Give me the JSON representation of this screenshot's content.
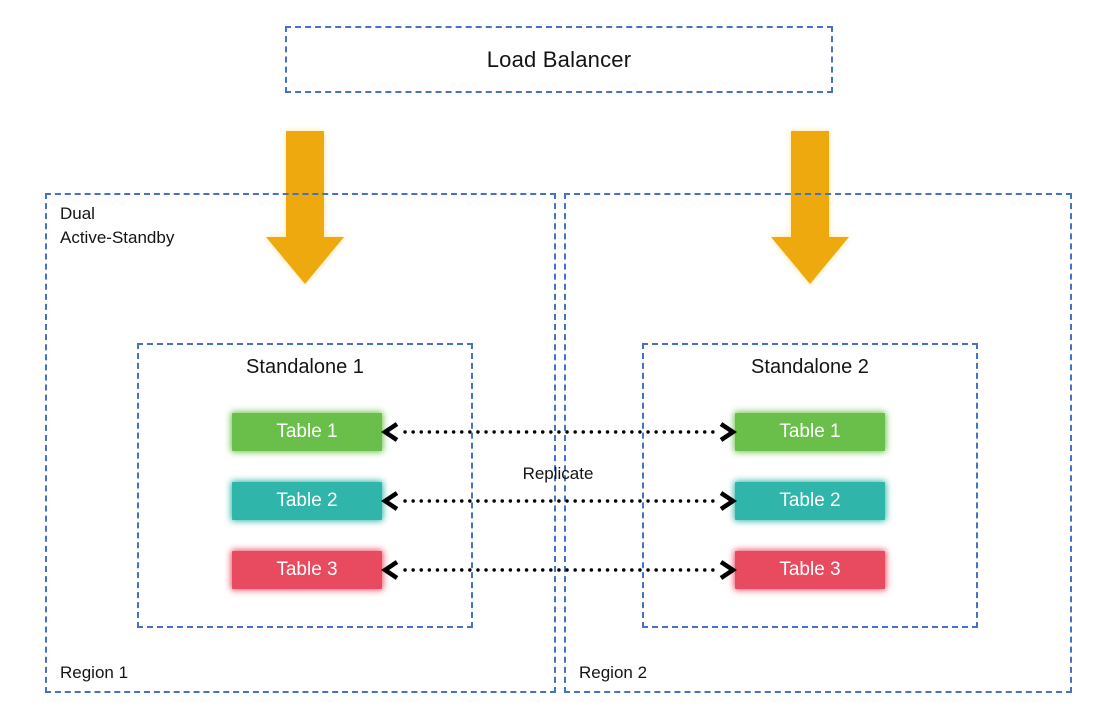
{
  "load_balancer": {
    "label": "Load Balancer"
  },
  "replicate": {
    "label": "Replicate"
  },
  "region1": {
    "mode_label": "Dual\nActive-Standby",
    "name": "Region 1",
    "standalone": {
      "title": "Standalone 1",
      "tables": [
        {
          "label": "Table 1",
          "color": "#6abf4a"
        },
        {
          "label": "Table 2",
          "color": "#2fb5a9"
        },
        {
          "label": "Table 3",
          "color": "#e84b60"
        }
      ]
    }
  },
  "region2": {
    "name": "Region 2",
    "standalone": {
      "title": "Standalone 2",
      "tables": [
        {
          "label": "Table 1",
          "color": "#6abf4a"
        },
        {
          "label": "Table 2",
          "color": "#2fb5a9"
        },
        {
          "label": "Table 3",
          "color": "#e84b60"
        }
      ]
    }
  },
  "colors": {
    "dashed_border": "#4472c4",
    "arrow_fill": "#eda90e",
    "connector": "#000000",
    "text": "#141414",
    "table_text": "#ffffff"
  }
}
